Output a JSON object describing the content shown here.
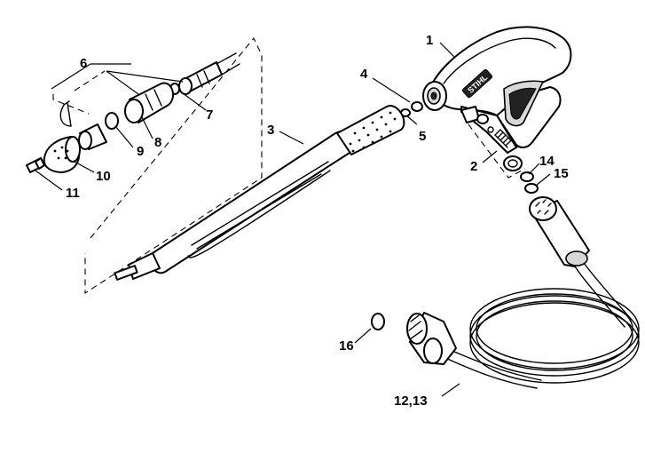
{
  "diagram": {
    "brand_mark": "STIHL",
    "callouts": [
      {
        "id": "1",
        "label": "1"
      },
      {
        "id": "2",
        "label": "2"
      },
      {
        "id": "3",
        "label": "3"
      },
      {
        "id": "4",
        "label": "4"
      },
      {
        "id": "5",
        "label": "5"
      },
      {
        "id": "6",
        "label": "6"
      },
      {
        "id": "7",
        "label": "7"
      },
      {
        "id": "8",
        "label": "8"
      },
      {
        "id": "9",
        "label": "9"
      },
      {
        "id": "10",
        "label": "10"
      },
      {
        "id": "11",
        "label": "11"
      },
      {
        "id": "12_13",
        "label": "12,13"
      },
      {
        "id": "14",
        "label": "14"
      },
      {
        "id": "15",
        "label": "15"
      },
      {
        "id": "16",
        "label": "16"
      }
    ]
  }
}
